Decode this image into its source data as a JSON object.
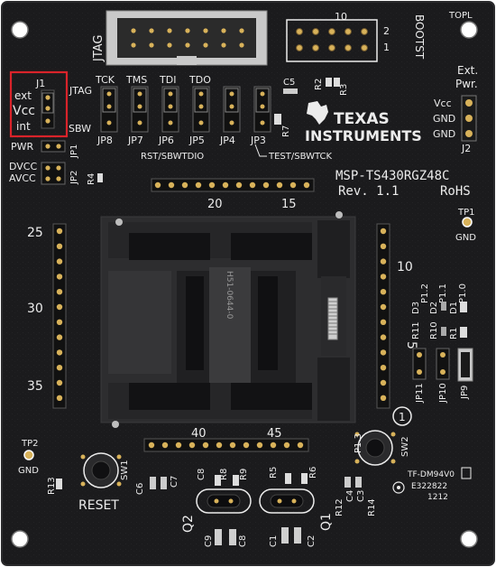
{
  "colors": {
    "pcb": "#1b1b1d",
    "pcb_edge": "#2a2a2c",
    "silkscreen": "#ececec",
    "gold": "#d8b25a",
    "socket": "#2d2d2f",
    "highlight": "#d9232a"
  },
  "labels": {
    "jtag": "JTAG",
    "bootst": "BOOTST",
    "header_10": "10",
    "header_2": "2",
    "header_1": "1",
    "topl": "TOPL",
    "j1": "J1",
    "ext": "ext",
    "vcc": "Vcc",
    "int": "int",
    "jtag2": "JTAG",
    "sbw": "SBW",
    "tck": "TCK",
    "tms": "TMS",
    "tdi": "TDI",
    "tdo": "TDO",
    "jp8": "JP8",
    "jp7": "JP7",
    "jp6": "JP6",
    "jp5": "JP5",
    "jp4": "JP4",
    "jp3": "JP3",
    "jp1": "JP1",
    "jp2": "JP2",
    "pwr": "PWR",
    "dvcc": "DVCC",
    "avcc": "AVCC",
    "c5": "C5",
    "r2": "R2",
    "r3": "R3",
    "r7": "R7",
    "r4": "R4",
    "rst_sbwtdio": "RST/SBWTDIO",
    "test_sbwtck": "TEST/SBWTCK",
    "logo_texas": "TEXAS",
    "logo_instruments": "INSTRUMENTS",
    "ext_pwr_1": "Ext.",
    "ext_pwr_2": "Pwr.",
    "vcc2": "Vcc",
    "gnd1": "GND",
    "gnd2": "GND",
    "j2": "J2",
    "model": "MSP-TS430RGZ48C",
    "rev": "Rev. 1.1",
    "rohs": "RoHS",
    "pin20": "20",
    "pin15": "15",
    "pin25": "25",
    "pin30": "30",
    "pin35": "35",
    "pin10": "10",
    "pin5": "5",
    "pin40": "40",
    "pin45": "45",
    "pin1": "1",
    "tp1": "TP1",
    "gnd_tp1": "GND",
    "tp2": "TP2",
    "gnd_tp2": "GND",
    "r11": "R11",
    "d3": "D3",
    "p12": "P1.2",
    "r10": "R10",
    "d2": "D2",
    "p11": "P1.1",
    "r1": "R1",
    "d1": "D1",
    "p10": "P1.0",
    "jp11": "JP11",
    "jp10": "JP10",
    "jp9": "JP9",
    "sw1": "SW1",
    "sw2": "SW2",
    "reset": "RESET",
    "p13": "P1.3",
    "r13": "R13",
    "c6": "C6",
    "c7": "C7",
    "c8": "C8",
    "r8": "R8",
    "r9": "R9",
    "r5": "R5",
    "r6": "R6",
    "c9": "C9",
    "c1": "C1",
    "c2": "C2",
    "c3": "C3",
    "c4": "C4",
    "q1": "Q1",
    "q2": "Q2",
    "r12": "R12",
    "r14": "R14",
    "tf": "TF-DM94V0",
    "e_no": "E322822",
    "date": "1212",
    "socket_id": "H51-0644-0"
  }
}
